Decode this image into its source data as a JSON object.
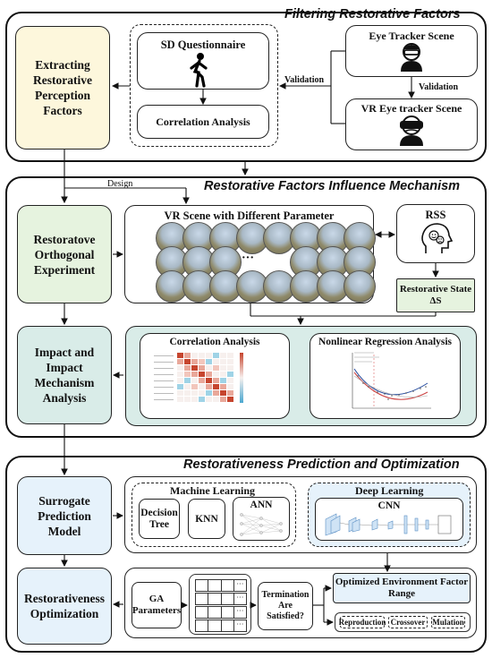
{
  "colors": {
    "yellow": "#fdf7dc",
    "green": "#e6f3df",
    "teal": "#d9ece8",
    "blue": "#e6f2fb",
    "red": "#c6452e"
  },
  "section1": {
    "title": "Filtering Restorative Factors",
    "extracting": "Extracting Restorative Perception Factors",
    "sd_questionnaire": "SD Questionnaire",
    "correlation": "Correlation Analysis",
    "eye_tracker": "Eye Tracker Scene",
    "vr_eye_tracker": "VR Eye tracker Scene",
    "validation1": "Validation",
    "validation2": "Validation"
  },
  "design_label": "Design",
  "section2": {
    "title": "Restorative Factors Influence Mechanism",
    "orthogonal": "Restoratove Orthogonal Experiment",
    "vr_scene": "VR Scene with Different Parameter",
    "ellipsis": "···",
    "rss": "RSS",
    "restorative_state": "Restorative State",
    "delta_s": "ΔS",
    "impact": "Impact and Impact Mechanism Analysis",
    "correlation": "Correlation Analysis",
    "nonlinear": "Nonlinear Regression Analysis"
  },
  "section3": {
    "title": "Restorativeness Prediction and Optimization",
    "surrogate": "Surrogate Prediction Model",
    "machine_learning": "Machine Learning",
    "decision_tree": "Decision Tree",
    "knn": "KNN",
    "ann": "ANN",
    "deep_learning": "Deep Learning",
    "cnn": "CNN",
    "optimization": "Restorativeness Optimization",
    "ga": "GA Parameters",
    "termination": "Termination Are Satisfied?",
    "optimized": "Optimized Environment Factor Range",
    "reproduction": "Reproduction",
    "crossover": "Crossover",
    "mutation": "Mulation",
    "bar_ellipsis": "···"
  }
}
